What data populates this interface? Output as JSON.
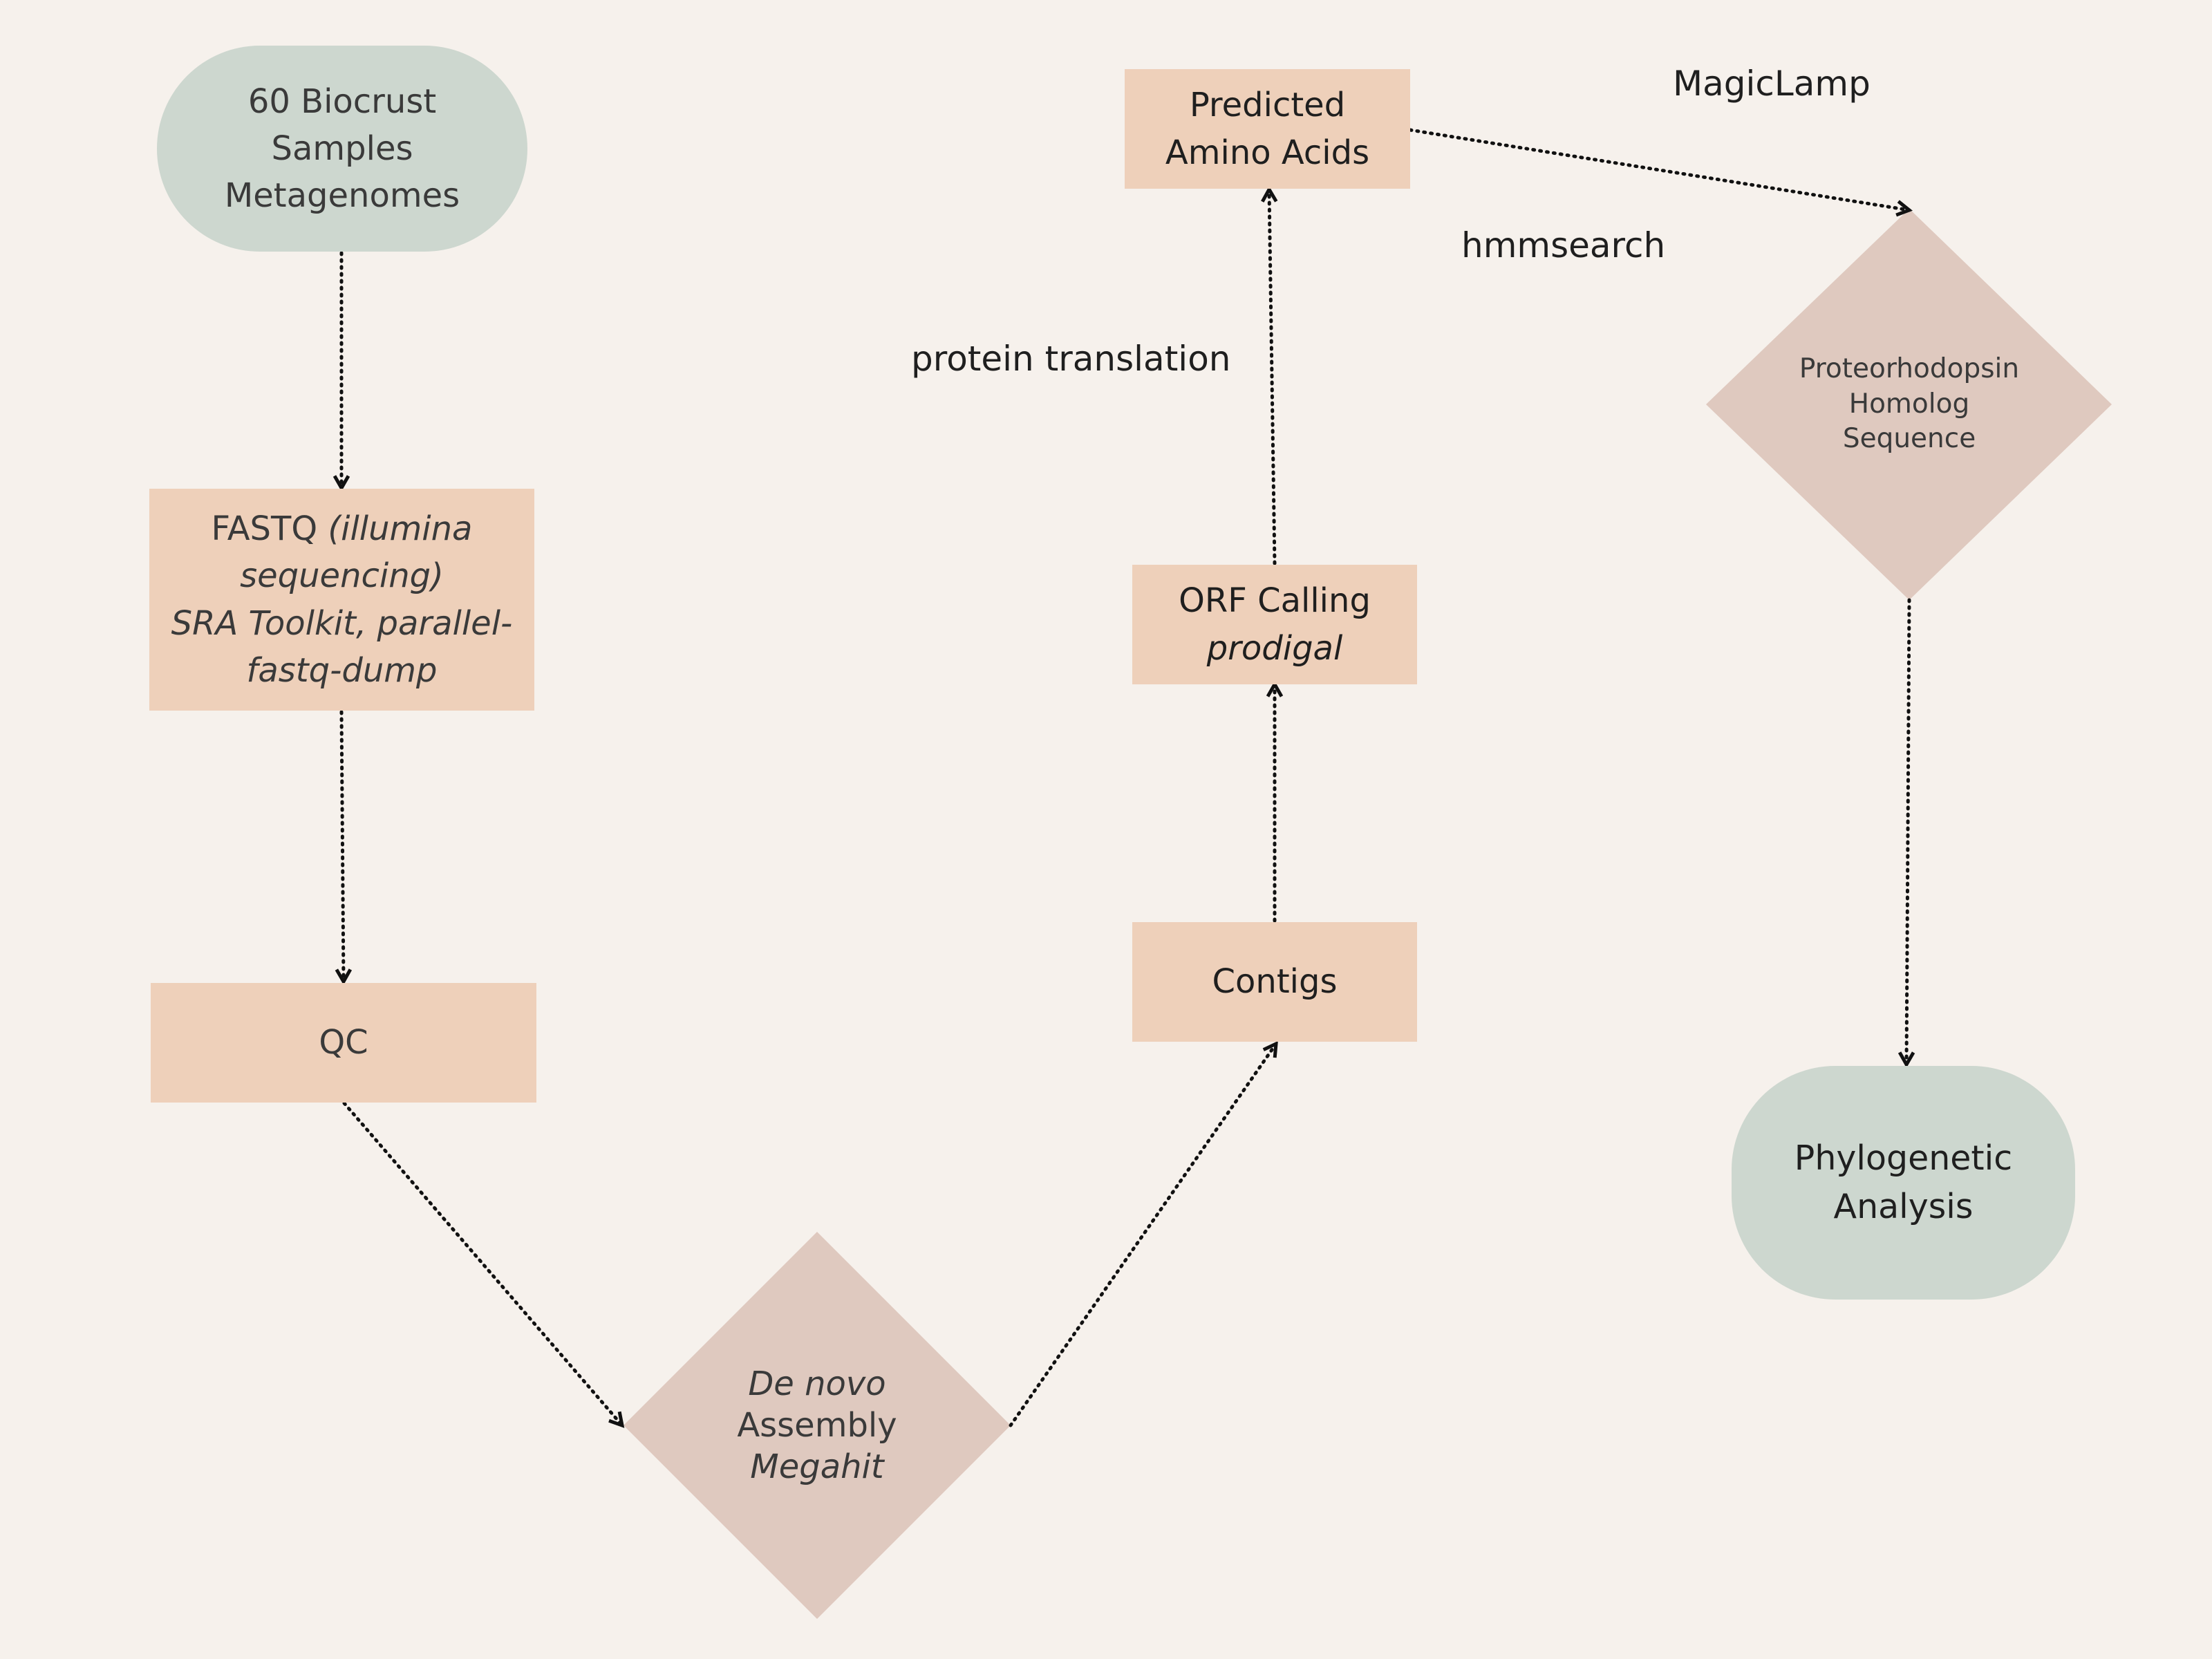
{
  "nodes": {
    "samples": {
      "lines": [
        "60 Biocrust",
        "Samples",
        "Metagenomes"
      ]
    },
    "fastq": {
      "line1_plain": "FASTQ ",
      "line1_italic": "(illumina",
      "line2": "sequencing)",
      "line3": "SRA Toolkit, parallel-",
      "line4": "fastq-dump"
    },
    "qc": {
      "label": "QC"
    },
    "assembly": {
      "line1": "De novo",
      "line2": "Assembly",
      "line3": "Megahit"
    },
    "contigs": {
      "label": "Contigs"
    },
    "orf": {
      "line1": "ORF Calling",
      "line2": "prodigal"
    },
    "amino": {
      "line1": "Predicted",
      "line2": "Amino Acids"
    },
    "homolog": {
      "lines": [
        "Proteorhodopsin",
        "Homolog",
        "Sequence"
      ]
    },
    "phylo": {
      "line1": "Phylogenetic",
      "line2": "Analysis"
    }
  },
  "edge_labels": {
    "protein_translation": "protein translation",
    "hmmsearch": "hmmsearch",
    "magiclamp": "MagicLamp"
  },
  "colors": {
    "background": "#f6f1ec",
    "terminal": "#cdd7cf",
    "process": "#eed0ba",
    "decision": "#dfc9bf",
    "arrow": "#111111"
  }
}
